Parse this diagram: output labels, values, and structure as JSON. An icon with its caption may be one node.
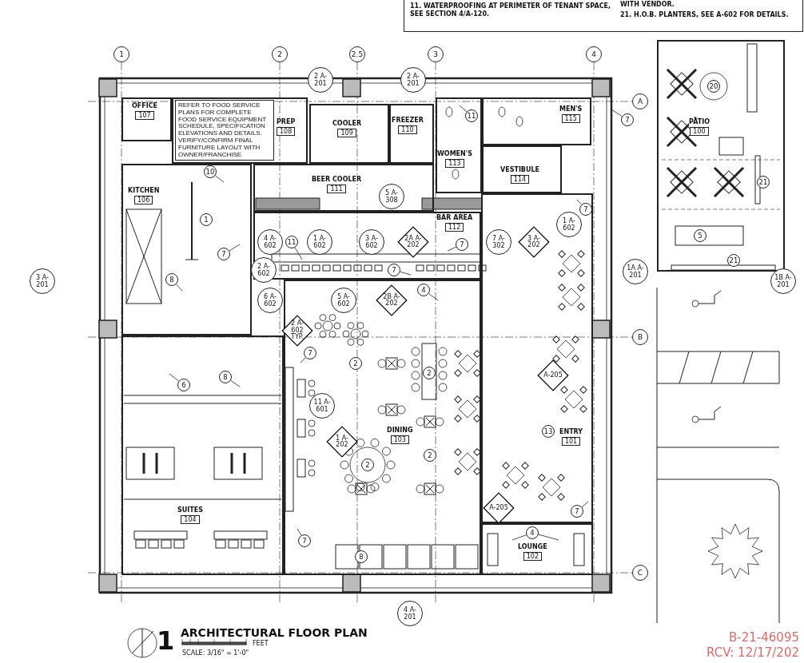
{
  "diagram": {
    "title": "ARCHITECTURAL FLOOR PLAN",
    "nodes": [
      {
        "text": [
          "11. WATERPROOFING AT PERIMETER OF TENANT SPACE, SEE SECTION 4/A-120.",
          "WITH VENDOR.",
          "21. H.O.B. PLANTERS, SEE A-602 FOR DETAILS."
        ]
      },
      {
        "text": [
          "OFFICE",
          "107"
        ]
      },
      {
        "text": [
          "PREP",
          "108"
        ]
      },
      {
        "text": [
          "REFER TO FOOD SERVICE PLANS FOR COMPLETE FOOD SERVICE EQUIPMENT SCHEDULE, SPECIFICATION ELEVATIONS AND DETAILS. VERIFY/CONFIRM FINAL FURNITURE LAYOUT WITH OWNER/FRANCHISE"
        ],
        "in": 2
      },
      {
        "text": [
          "COOLER",
          "109"
        ]
      },
      {
        "text": [
          "FREEZER",
          "110"
        ]
      },
      {
        "text": [
          "KITCHEN",
          "106"
        ]
      },
      {
        "text": [
          "BEER COOLER",
          "111"
        ]
      },
      {
        "text": [
          "WOMEN'S",
          "113"
        ]
      },
      {
        "text": [
          "MEN'S",
          "115"
        ]
      },
      {
        "text": [
          "VESTIBULE",
          "114"
        ]
      },
      {
        "text": [
          "BAR AREA",
          "112"
        ]
      },
      {
        "text": [
          "PATIO",
          "100"
        ]
      },
      {
        "text": [
          "SUITES",
          "104"
        ]
      },
      {
        "text": [
          "DINING",
          "103"
        ]
      },
      {
        "text": [
          "ENTRY",
          "101"
        ]
      },
      {
        "text": [
          "LOUNGE",
          "102"
        ]
      },
      {
        "text": [
          "11"
        ],
        "in": 8
      },
      {
        "text": [
          "7"
        ]
      },
      {
        "text": [
          "10"
        ],
        "in": 6
      },
      {
        "text": [
          "7"
        ],
        "in": 15
      },
      {
        "text": [
          "7"
        ],
        "in": 6
      },
      {
        "text": [
          "11"
        ],
        "in": 11
      },
      {
        "text": [
          "7"
        ],
        "in": 11
      },
      {
        "text": [
          "7"
        ],
        "in": 11
      },
      {
        "text": [
          "8"
        ],
        "in": 6
      },
      {
        "text": [
          "4"
        ],
        "in": 14
      },
      {
        "text": [
          "7"
        ],
        "in": 14
      },
      {
        "text": [
          "6"
        ],
        "in": 13
      },
      {
        "text": [
          "8"
        ],
        "in": 13
      },
      {
        "text": [
          "7"
        ],
        "in": 15
      },
      {
        "text": [
          "4"
        ],
        "in": 16
      },
      {
        "text": [
          "7"
        ],
        "in": 14
      }
    ],
    "edges": [
      {
        "from": 17,
        "to": null,
        "arrow": "none"
      },
      {
        "from": 18,
        "to": null,
        "arrow": "none"
      },
      {
        "from": 19,
        "to": null,
        "arrow": "none"
      },
      {
        "from": 20,
        "to": null,
        "arrow": "none"
      },
      {
        "from": 21,
        "to": null,
        "arrow": "none"
      },
      {
        "from": 22,
        "to": null,
        "arrow": "none"
      },
      {
        "from": 23,
        "to": null,
        "arrow": "none"
      },
      {
        "from": 24,
        "to": null,
        "arrow": "none"
      },
      {
        "from": 25,
        "to": null,
        "arrow": "none"
      },
      {
        "from": 26,
        "to": null,
        "arrow": "none"
      },
      {
        "from": 27,
        "to": null,
        "arrow": "none"
      },
      {
        "from": 28,
        "to": null,
        "arrow": "none"
      },
      {
        "from": 29,
        "to": null,
        "arrow": "none"
      },
      {
        "from": 30,
        "to": null,
        "arrow": "none"
      },
      {
        "from": 31,
        "to": null,
        "arrow": "none"
      },
      {
        "from": 31,
        "to": null,
        "arrow": "none"
      },
      {
        "from": 32,
        "to": null,
        "arrow": "none"
      }
    ],
    "labels": [
      "1",
      "2",
      "2.5",
      "3",
      "4",
      "2 A-201",
      "2 A-201",
      "20",
      "A",
      "21",
      "5 A-308",
      "1",
      "1 A-602",
      "5",
      "4 A-602",
      "1 A-602",
      "3 A-602",
      "2A A-202",
      "7 A-302",
      "3 A-202",
      "21",
      "2 A-602",
      "1A A-201",
      "3 A-201",
      "1B A-201",
      "6 A-602",
      "5 A-602",
      "2B A-202",
      "2 A-602 TYP.",
      "B",
      "2",
      "2",
      "A-205",
      "11 A-601",
      "13",
      "1 A-202",
      "2",
      "2",
      "A-205",
      "8",
      "C",
      "4 A-201",
      "1",
      "FEET",
      "SCALE: 3/16\" = 1'-0\"",
      "B-21-46095",
      "RCV: 12/17/202"
    ]
  }
}
